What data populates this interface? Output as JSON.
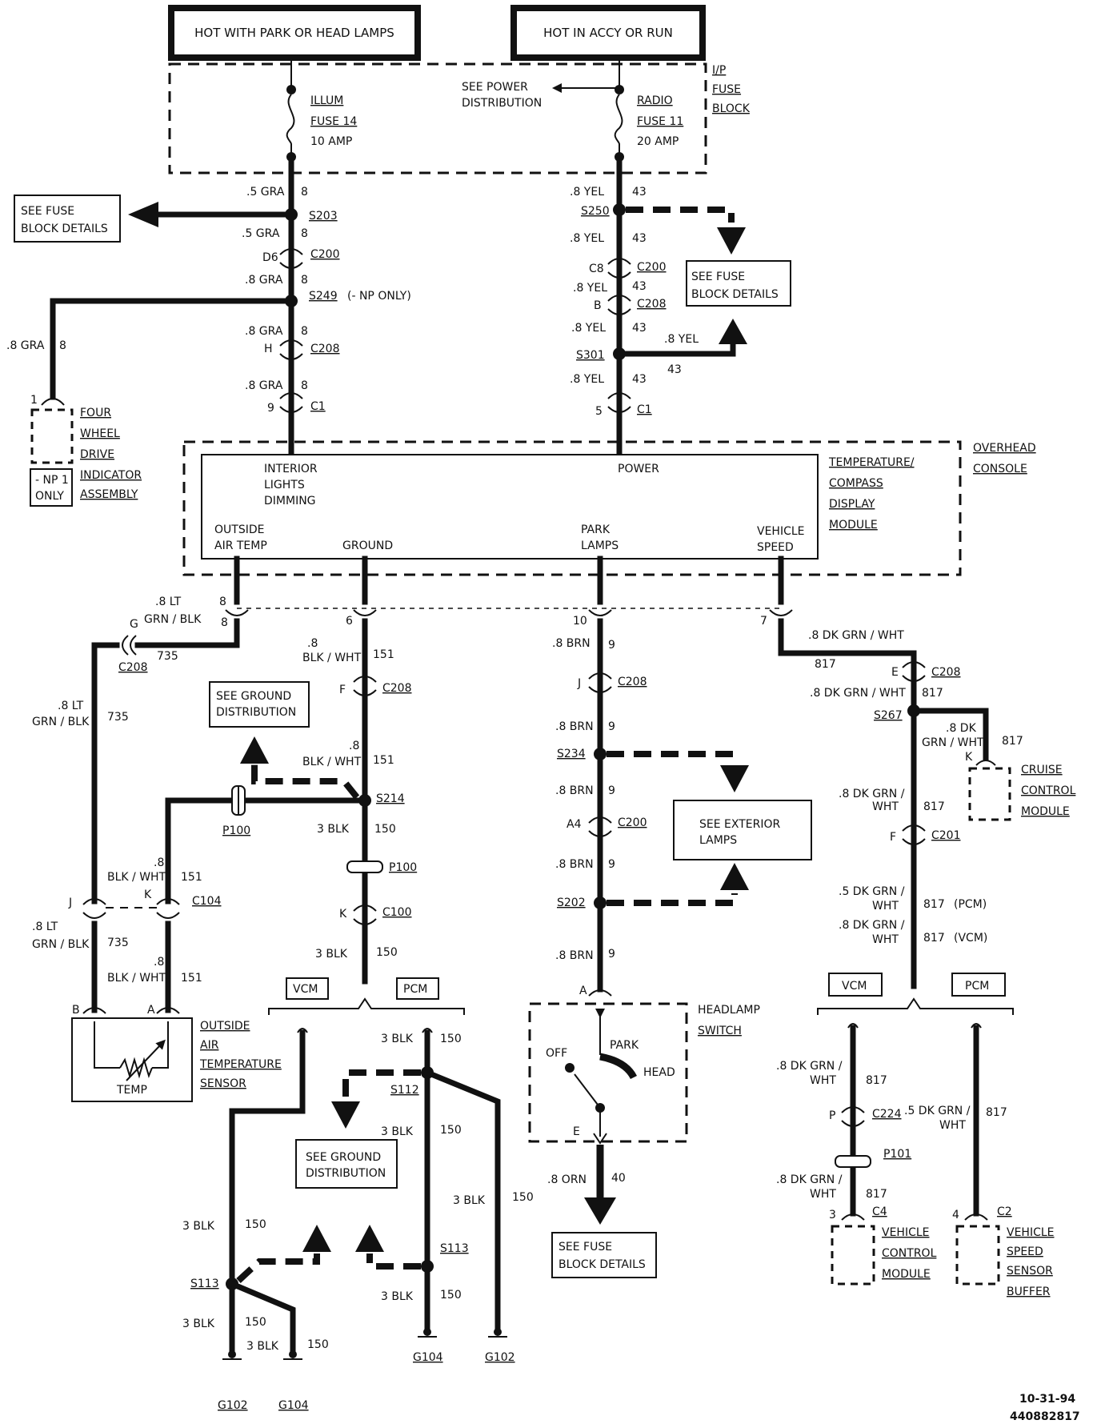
{
  "sources": {
    "left": "HOT WITH PARK OR HEAD LAMPS",
    "right": "HOT IN ACCY OR RUN"
  },
  "fuse_block": {
    "title": [
      "I/P",
      "FUSE",
      "BLOCK"
    ],
    "see_power": [
      "SEE POWER",
      "DISTRIBUTION"
    ],
    "fuse_left": [
      "ILLUM",
      "FUSE 14",
      "10 AMP"
    ],
    "fuse_right": [
      "RADIO",
      "FUSE 11",
      "20 AMP"
    ]
  },
  "left_trunk": {
    "wires": [
      ".5 GRA",
      "8",
      ".5 GRA",
      "8",
      ".8 GRA",
      "8",
      ".8 GRA",
      "8",
      ".8 GRA",
      "8"
    ],
    "splices": [
      "S203",
      "S249",
      "(- NP ONLY)"
    ],
    "connectors": [
      "D6",
      "C200",
      "H",
      "C208",
      "9",
      "C1"
    ],
    "see_fuse": [
      "SEE FUSE",
      "BLOCK DETAILS"
    ]
  },
  "four_wheel": {
    "wire": [
      ".8 GRA",
      "8"
    ],
    "pin": "1",
    "label": [
      "FOUR",
      "WHEEL",
      "DRIVE",
      "INDICATOR",
      "ASSEMBLY"
    ],
    "np_only": [
      "- NP 1",
      "ONLY"
    ]
  },
  "right_trunk": {
    "wires": [
      ".8 YEL",
      "43",
      ".8 YEL",
      "43",
      ".8 YEL",
      "43",
      ".8 YEL",
      "43",
      ".8 YEL",
      "43",
      ".8 YEL",
      "43"
    ],
    "splices": [
      "S250",
      "S301"
    ],
    "connectors": [
      "C8",
      "C200",
      "B",
      "C208",
      "5",
      "C1"
    ],
    "see_fuse": [
      "SEE FUSE",
      "BLOCK DETAILS"
    ]
  },
  "module": {
    "overhead": [
      "OVERHEAD",
      "CONSOLE"
    ],
    "name": [
      "TEMPERATURE/",
      "COMPASS",
      "DISPLAY",
      "MODULE"
    ],
    "pins": {
      "interior": [
        "INTERIOR",
        "LIGHTS",
        "DIMMING"
      ],
      "power": "POWER",
      "outside": [
        "OUTSIDE",
        "AIR TEMP"
      ],
      "ground": "GROUND",
      "park": [
        "PARK",
        "LAMPS"
      ],
      "speed": [
        "VEHICLE",
        "SPEED"
      ]
    },
    "pin_numbers": [
      "8",
      "6",
      "10",
      "7"
    ]
  },
  "air_temp": {
    "wires": [
      ".8 LT",
      "GRN / BLK",
      "8",
      "735",
      ".8 LT",
      "GRN / BLK",
      "735",
      ".8 LT",
      "GRN / BLK",
      "735",
      ".8",
      "BLK / WHT",
      "151",
      ".8",
      "BLK / WHT",
      "151"
    ],
    "connectors": [
      "G",
      "C208",
      "J",
      "K",
      "C104",
      "B",
      "A"
    ],
    "sensor": [
      "OUTSIDE",
      "AIR",
      "TEMPERATURE",
      "SENSOR"
    ],
    "temp": "TEMP"
  },
  "ground": {
    "wires": [
      ".8",
      "BLK / WHT",
      "151",
      ".8",
      "BLK / WHT",
      "151",
      "3 BLK",
      "150",
      "3 BLK",
      "150"
    ],
    "connectors": [
      "F",
      "C208",
      "S214",
      "P100",
      "P100",
      "K",
      "C100"
    ],
    "see_ground": [
      "SEE GROUND",
      "DISTRIBUTION"
    ],
    "vcm": "VCM",
    "pcm": "PCM"
  },
  "ground_lower": {
    "labels": [
      "3 BLK",
      "150",
      "S112",
      "3 BLK",
      "150",
      "3 BLK",
      "150",
      "S113",
      "3 BLK",
      "150",
      "3 BLK",
      "150",
      "S113",
      "3 BLK",
      "150",
      "3 BLK",
      "150"
    ],
    "see_ground": [
      "SEE GROUND",
      "DISTRIBUTION"
    ],
    "grounds": [
      "G104",
      "G102",
      "G102",
      "G104"
    ]
  },
  "park": {
    "wires": [
      ".8 BRN",
      "9",
      ".8 BRN",
      "9",
      ".8 BRN",
      "9",
      ".8 BRN",
      "9",
      ".8 BRN",
      "9"
    ],
    "connectors": [
      "J",
      "C208",
      "S234",
      "A4",
      "C200",
      "S202",
      "A"
    ],
    "see_ext": [
      "SEE EXTERIOR",
      "LAMPS"
    ],
    "switch": [
      "HEADLAMP",
      "SWITCH"
    ],
    "positions": [
      "OFF",
      "PARK",
      "HEAD"
    ],
    "bottom_pin": "E",
    "bottom_wire": [
      ".8 ORN",
      "40"
    ],
    "see_fuse": [
      "SEE FUSE",
      "BLOCK DETAILS"
    ]
  },
  "speed": {
    "wires": [
      ".8 DK GRN / WHT",
      "817",
      ".8 DK GRN / WHT",
      "817",
      ".8 DK",
      "GRN / WHT",
      "817",
      ".8 DK GRN /",
      "WHT",
      "817",
      ".5 DK GRN /",
      "WHT",
      "817",
      "(PCM)",
      ".8 DK GRN /",
      "WHT",
      "817",
      "(VCM)"
    ],
    "connectors": [
      "E",
      "C208",
      "S267",
      "K",
      "F",
      "C201"
    ],
    "cruise": [
      "CRUISE",
      "CONTROL",
      "MODULE"
    ],
    "vcm": "VCM",
    "pcm": "PCM",
    "lower": [
      ".8 DK GRN /",
      "WHT",
      "817",
      "P",
      "C224",
      "P101",
      ".5 DK GRN /",
      "WHT",
      "817",
      ".8 DK GRN /",
      "WHT",
      "817",
      "3",
      "C4",
      "4",
      "C2"
    ],
    "vcm_module": [
      "VEHICLE",
      "CONTROL",
      "MODULE"
    ],
    "vss": [
      "VEHICLE",
      "SPEED",
      "SENSOR",
      "BUFFER"
    ]
  },
  "footer": {
    "date": "10-31-94",
    "code": "440882817"
  }
}
